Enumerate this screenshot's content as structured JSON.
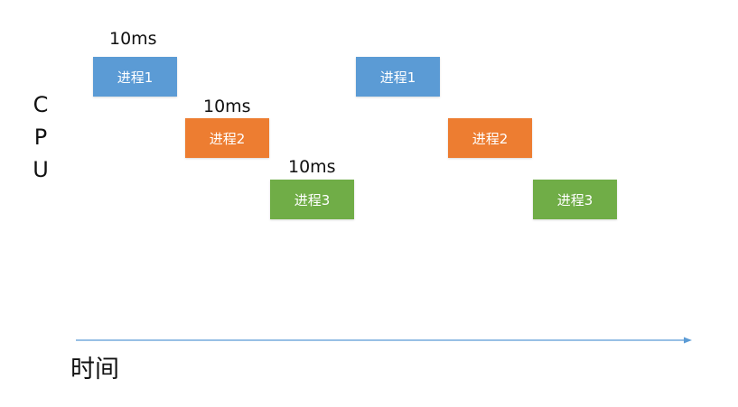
{
  "axis": {
    "y_label_chars": [
      "C",
      "P",
      "U"
    ],
    "x_label": "时间",
    "color": "#5b9bd5"
  },
  "durations": [
    {
      "label": "10ms"
    },
    {
      "label": "10ms"
    },
    {
      "label": "10ms"
    }
  ],
  "blocks": [
    {
      "label": "进程1",
      "color": "#5b9bd5"
    },
    {
      "label": "进程2",
      "color": "#ed7d31"
    },
    {
      "label": "进程3",
      "color": "#70ad47"
    },
    {
      "label": "进程1",
      "color": "#5b9bd5"
    },
    {
      "label": "进程2",
      "color": "#ed7d31"
    },
    {
      "label": "进程3",
      "color": "#70ad47"
    }
  ]
}
